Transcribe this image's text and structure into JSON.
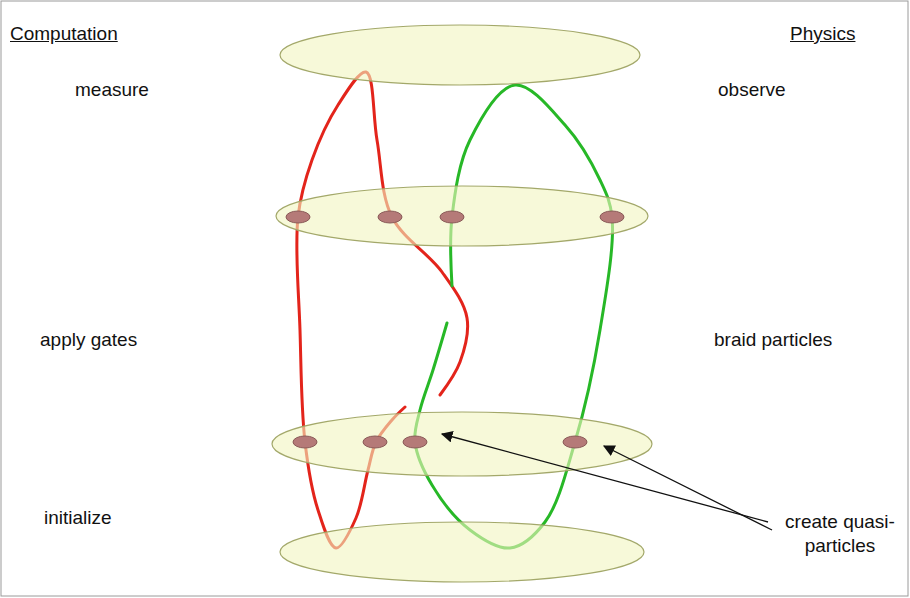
{
  "diagram": {
    "labels": [
      "Computation",
      "Physics",
      "measure",
      "observe",
      "apply gates",
      "braid particles",
      "initialize",
      "create quasi-particles"
    ]
  }
}
